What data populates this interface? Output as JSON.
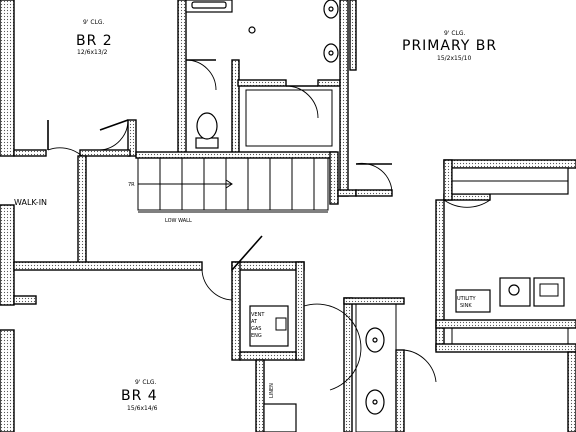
{
  "rooms": {
    "br2": {
      "ceiling": "9' CLG.",
      "name": "BR 2",
      "dims": "12/6x13/2"
    },
    "primary": {
      "ceiling": "9' CLG.",
      "name": "PRIMARY BR",
      "dims": "15/2x15/10"
    },
    "br4": {
      "ceiling": "9' CLG.",
      "name": "BR 4",
      "dims": "15/6x14/6"
    }
  },
  "labels": {
    "walk_in": "WALK-IN",
    "low_wall": "LOW WALL",
    "linen": "LINEN",
    "utility_sink_1": "UTILITY",
    "utility_sink_2": "SINK",
    "stair_count": "7R",
    "vent_1": "VENT",
    "vent_2": "AT",
    "vent_3": "GAS",
    "vent_4": "ENG"
  }
}
